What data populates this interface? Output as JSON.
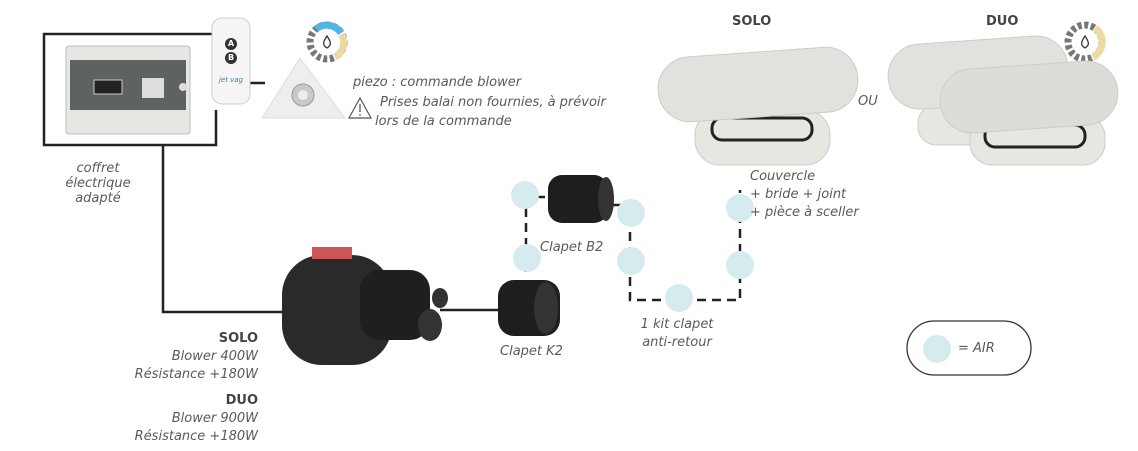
{
  "headings": {
    "solo": "SOLO",
    "duo": "DUO",
    "ou": "OU"
  },
  "coffret": {
    "line1": "coffret",
    "line2": "électrique",
    "line3": "adapté"
  },
  "remote": {
    "button_a": "A",
    "button_b": "B",
    "brand": "jet vag"
  },
  "piezo": {
    "label": "piezo : commande blower",
    "warning_line1": "Prises balai non fournies, à prévoir",
    "warning_line2": "lors de la commande"
  },
  "blower": {
    "solo_title": "SOLO",
    "solo_blower": "Blower 400W",
    "solo_res": "Résistance +180W",
    "duo_title": "DUO",
    "duo_blower": "Blower 900W",
    "duo_res": "Résistance +180W"
  },
  "clapets": {
    "b2": "Clapet B2",
    "k2": "Clapet K2",
    "kit_line1": "1 kit clapet",
    "kit_line2": "anti-retour"
  },
  "couvercle": {
    "line1": "Couvercle",
    "line2": "+ bride + joint",
    "line3": "+ pièce à sceller"
  },
  "legend": {
    "label": "= AIR"
  },
  "colors": {
    "air": "#d5ebee",
    "line": "#222222",
    "accent_blue": "#4fb6e3",
    "accent_sand": "#eed9a2"
  }
}
